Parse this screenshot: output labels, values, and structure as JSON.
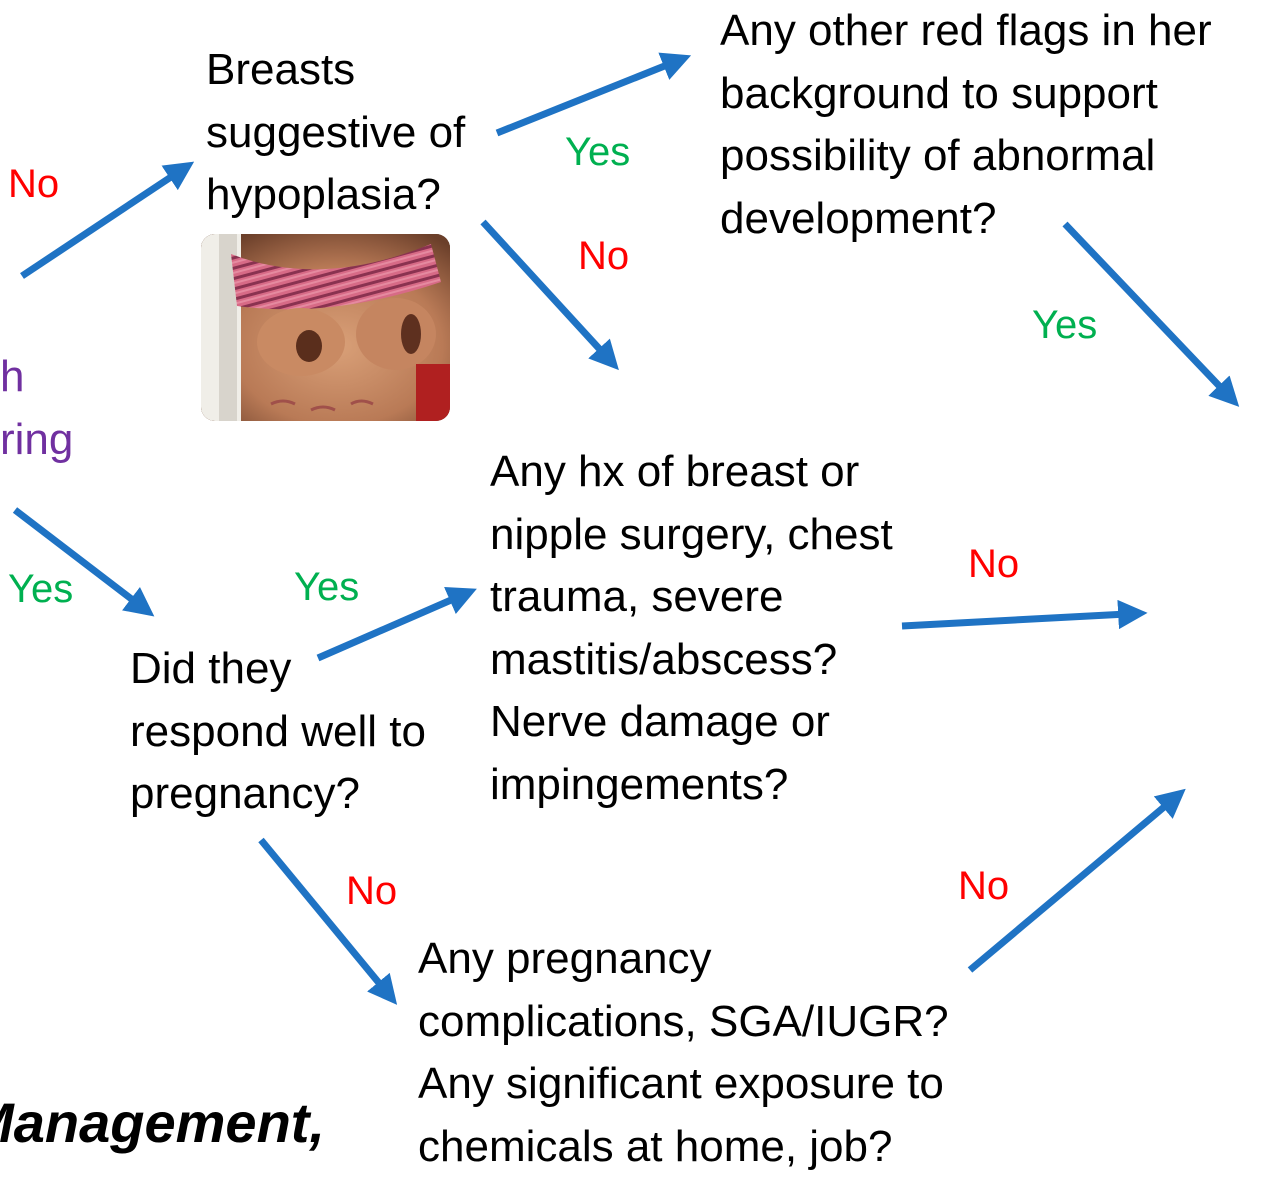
{
  "nodes": {
    "breasts": {
      "lines": [
        "Breasts",
        "suggestive of",
        "hypoplasia?"
      ]
    },
    "red_flags": {
      "lines": [
        "Any other red flags in her",
        "background to support",
        "possibility of abnormal",
        "development?"
      ]
    },
    "left_partial": {
      "lines": [
        "h",
        "ring"
      ]
    },
    "surgery": {
      "lines": [
        "Any hx of breast or",
        "nipple surgery, chest",
        "trauma, severe",
        "mastitis/abscess?",
        "Nerve damage or",
        "impingements?"
      ]
    },
    "pregnancy_response": {
      "lines": [
        "Did they",
        "respond well to",
        "pregnancy?"
      ]
    },
    "complications": {
      "lines": [
        "Any pregnancy",
        "complications, SGA/IUGR?",
        "Any significant exposure to",
        "chemicals at home, job?"
      ]
    }
  },
  "edge_labels": {
    "no_top_left": "No",
    "yes_breasts_to_redflags": "Yes",
    "no_breasts_down": "No",
    "yes_redflags_down": "Yes",
    "yes_left": "Yes",
    "yes_response_to_surgery": "Yes",
    "no_surgery_right": "No",
    "no_response_down": "No",
    "no_complications_up": "No"
  },
  "footer": {
    "text": "Management,"
  },
  "image": {
    "name": "breast-photo"
  },
  "colors": {
    "arrow": "#1f73c4",
    "yes": "#00b050",
    "no": "#ff0000",
    "purple": "#7030a0"
  }
}
